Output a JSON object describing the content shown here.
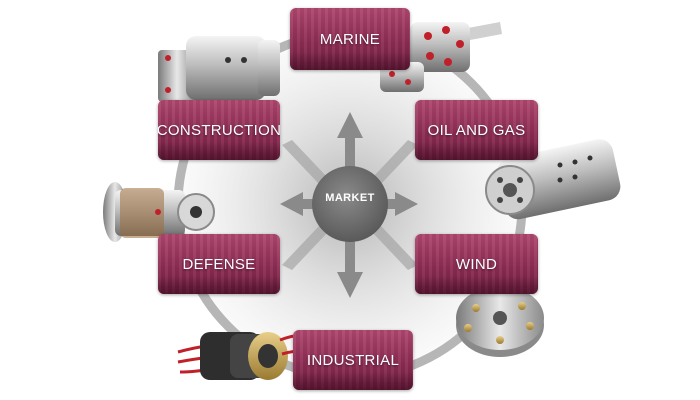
{
  "hub": {
    "label": "MARKET"
  },
  "markets": [
    {
      "label": "MARINE"
    },
    {
      "label": "CONSTRUCTION"
    },
    {
      "label": "OIL AND GAS"
    },
    {
      "label": "DEFENSE"
    },
    {
      "label": "WIND"
    },
    {
      "label": "INDUSTRIAL"
    }
  ],
  "colors": {
    "tile": "#8e2d54",
    "ring": "#b6b6b6",
    "hub": "#6e6e6e",
    "arrows": "#8a8a8a"
  },
  "icons": {
    "marine": "rotary-union-flange-icon",
    "construction": "rotary-union-cylinder-icon",
    "oil_and_gas": "multi-port-rotary-union-icon",
    "defense": "rotary-union-short-icon",
    "wind": "slip-ring-wind-icon",
    "industrial": "slip-ring-wired-icon"
  }
}
